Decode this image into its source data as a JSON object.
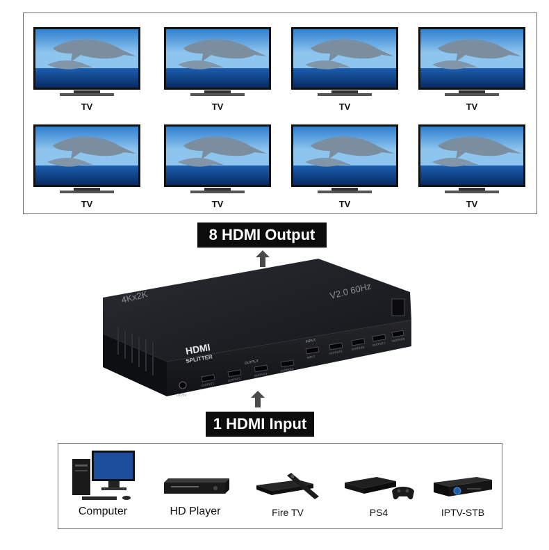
{
  "displays": {
    "items": [
      {
        "label": "TV"
      },
      {
        "label": "TV"
      },
      {
        "label": "TV"
      },
      {
        "label": "TV"
      },
      {
        "label": "TV"
      },
      {
        "label": "TV"
      },
      {
        "label": "TV"
      },
      {
        "label": "TV"
      }
    ]
  },
  "output_badge": {
    "text": "8 HDMI Output"
  },
  "input_badge": {
    "text": "1 HDMI Input"
  },
  "device": {
    "top_left_text": "4Kx2K",
    "top_right_text": "V2.0 60Hz",
    "front_title": "HDMI",
    "front_subtitle": "SPLITTER",
    "front_output_group": "OUTPUT",
    "front_input_group": "INPUT",
    "front_ports": [
      "OUTPUT1",
      "OUTPUT2",
      "OUTPUT3",
      "OUTPUT4",
      "INPUT",
      "OUTPUT5",
      "OUTPUT6",
      "OUTPUT7",
      "OUTPUT8"
    ],
    "power_label": "DC/5V"
  },
  "sources": {
    "items": [
      {
        "label": "Computer",
        "icon": "computer-icon"
      },
      {
        "label": "HD Player",
        "icon": "hd-player-icon"
      },
      {
        "label": "Fire TV",
        "icon": "fire-tv-icon"
      },
      {
        "label": "PS4",
        "icon": "ps4-icon"
      },
      {
        "label": "IPTV-STB",
        "icon": "iptv-stb-icon"
      }
    ]
  },
  "colors": {
    "badge_bg": "#0c0c0c",
    "sky": "#3c8fd8",
    "sea": "#0d3e8a",
    "device_body": "#1b1c1f"
  }
}
